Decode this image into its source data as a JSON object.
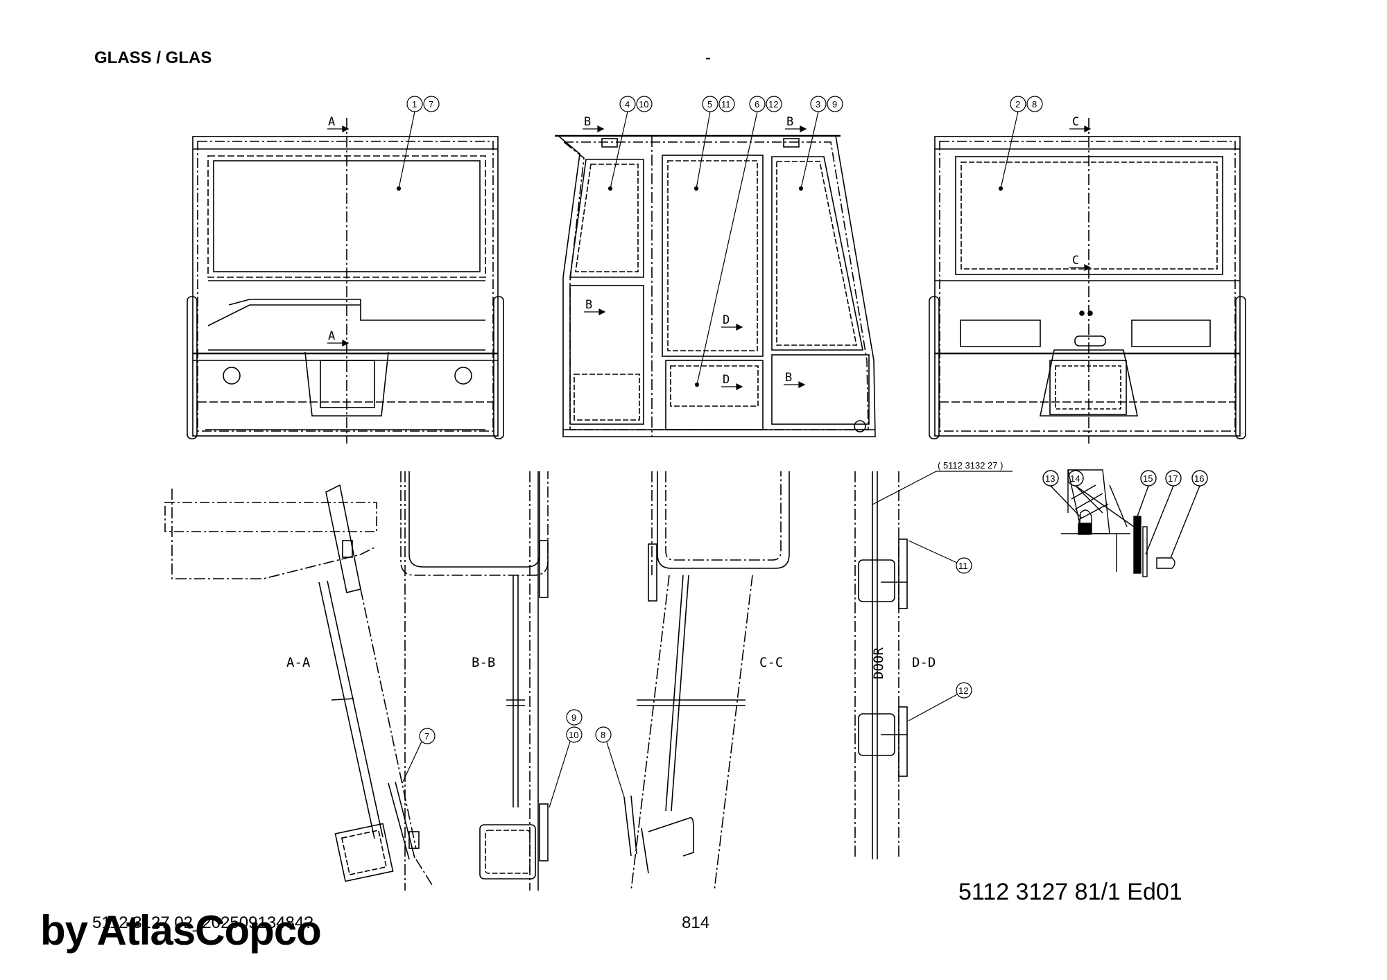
{
  "header": {
    "title": "GLASS / GLAS",
    "separator": "-"
  },
  "footer": {
    "document_number": "5112 3127 81/1  Ed01",
    "code": "5112 3127 02_20250913484?",
    "page": "814",
    "brand": "by AtlasCopco"
  },
  "views": {
    "callouts_left": [
      "1",
      "7"
    ],
    "callouts_middle": [
      "4",
      "10",
      "5",
      "11",
      "6",
      "12",
      "3",
      "9"
    ],
    "callouts_right": [
      "2",
      "8"
    ],
    "callouts_detail": [
      "13",
      "14",
      "15",
      "17",
      "16"
    ],
    "section_marks": [
      "A",
      "B",
      "C",
      "D"
    ]
  },
  "sections": {
    "aa": {
      "label": "A-A",
      "callout": "7"
    },
    "bb": {
      "label": "B-B",
      "callouts": [
        "9",
        "10"
      ]
    },
    "cc": {
      "label": "C-C",
      "callout": "8"
    },
    "dd": {
      "label": "D-D",
      "door": "DOOR",
      "ref": "( 5112 3132 27 )",
      "callouts": [
        "11",
        "12"
      ]
    }
  }
}
